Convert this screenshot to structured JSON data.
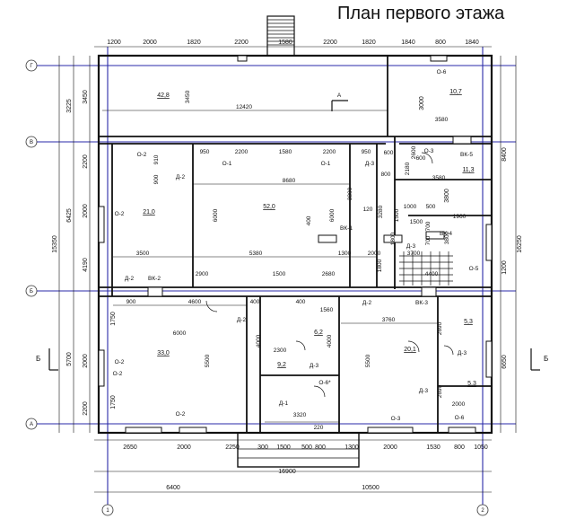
{
  "title": "План первого этажа",
  "axes": {
    "columns": [
      "1",
      "2"
    ],
    "rows": [
      "Г",
      "В",
      "Б",
      "А"
    ]
  },
  "section_mark": "Б",
  "dims": {
    "top": [
      "1200",
      "2000",
      "1820",
      "2200",
      "1580",
      "2200",
      "1820",
      "1840",
      "800",
      "1840"
    ],
    "bottom_row1": [
      "2650",
      "2000",
      "2250",
      "300",
      "1500",
      "500",
      "800",
      "1300",
      "2000",
      "1530",
      "800",
      "1050"
    ],
    "bottom_row2": "16900",
    "bottom_row3": [
      "6400",
      "10500"
    ],
    "left_inner": [
      "3450",
      "2200",
      "2000",
      "4190",
      "1750",
      "2000",
      "1750",
      "2200"
    ],
    "left_mid": [
      "3225",
      "6425",
      "5700"
    ],
    "left_outer": "15350",
    "right_inner": [
      "3000",
      "3800",
      "1200",
      "6650"
    ],
    "right_outer": [
      "8400",
      "16250"
    ]
  },
  "rooms": [
    {
      "area": "42,8"
    },
    {
      "area": "10,7"
    },
    {
      "area": "11,3"
    },
    {
      "area": "21,0"
    },
    {
      "area": "52,0"
    },
    {
      "area": "33,0"
    },
    {
      "area": "6,2"
    },
    {
      "area": "9,2"
    },
    {
      "area": "20,1"
    },
    {
      "area": "5,3"
    },
    {
      "area": "5,3"
    }
  ],
  "interior_dims": [
    "3450",
    "12420",
    "3580",
    "950",
    "2200",
    "1580",
    "2200",
    "950",
    "910",
    "900",
    "8680",
    "3580",
    "6000",
    "6000",
    "3800",
    "3800",
    "400",
    "120",
    "3280",
    "1500",
    "1000",
    "500",
    "1960",
    "1500",
    "700",
    "700",
    "3500",
    "5380",
    "1300",
    "2000",
    "3700",
    "2900",
    "1500",
    "2680",
    "1800",
    "4400",
    "900",
    "4600",
    "400",
    "400",
    "1560",
    "3760",
    "6000",
    "4000",
    "4000",
    "2690",
    "2300",
    "5500",
    "5500",
    "2690",
    "2000",
    "3320",
    "220",
    "600",
    "800",
    "2180",
    "2600",
    "600",
    "1800"
  ],
  "labels": [
    "О-6",
    "О-2",
    "О-1",
    "О-1",
    "Д-3",
    "О-3",
    "ВК-5",
    "Д-2",
    "О-2",
    "ВК-1",
    "Д-3",
    "ВК-4",
    "О-5",
    "Д-2",
    "ВК-2",
    "Д-2",
    "ВК-3",
    "Д-2",
    "О-2",
    "Д-3",
    "О-6*",
    "Д-1",
    "О-2",
    "Д-3",
    "Д-3",
    "О-3",
    "О-6",
    "А",
    "О-2"
  ]
}
